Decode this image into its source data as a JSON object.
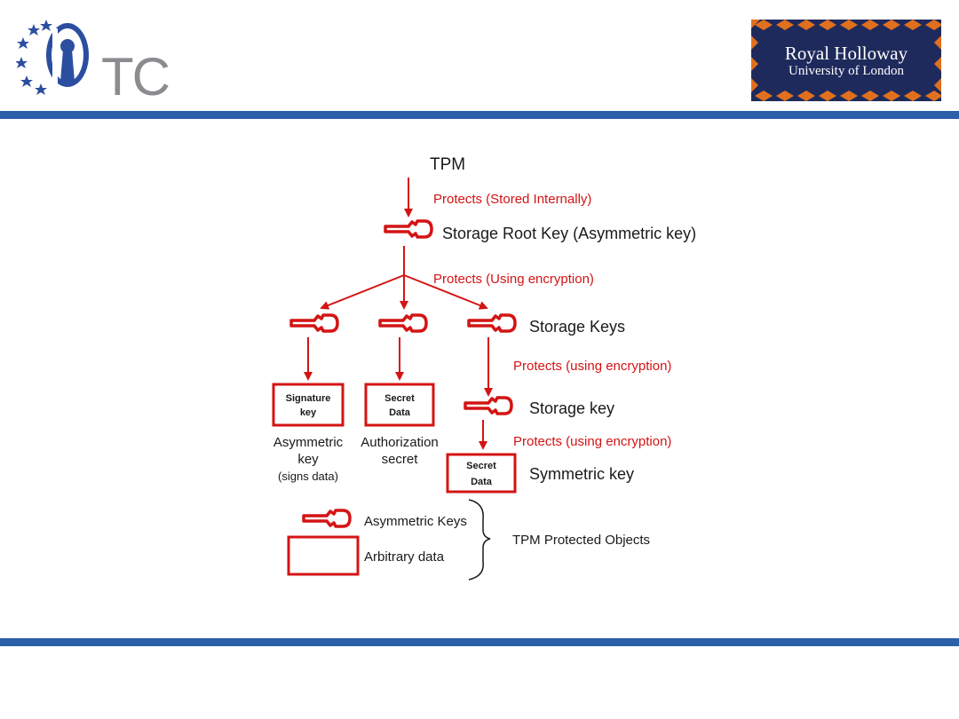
{
  "colors": {
    "band": "#2b5fa8",
    "red": "#d41414",
    "rh_navy": "#1f2a5c",
    "rh_orange": "#e0701e",
    "itc_grey": "#8a8c8f",
    "itc_blue": "#2b4ea0"
  },
  "header": {
    "itc_logo_text": "TC",
    "rh_logo": {
      "name": "Royal Holloway",
      "subtitle": "University of London"
    }
  },
  "diagram": {
    "root": "TPM",
    "arrow_labels": {
      "stored_internally": "Protects (Stored Internally)",
      "using_encryption_1": "Protects (Using encryption)",
      "using_encryption_2": "Protects (using encryption)",
      "using_encryption_3": "Protects (using encryption)"
    },
    "nodes": {
      "srk": "Storage Root Key (Asymmetric key)",
      "storage_keys": "Storage Keys",
      "storage_key": "Storage key",
      "symmetric_key": "Symmetric key"
    },
    "boxes": {
      "signature_key_line1": "Signature",
      "signature_key_line2": "key",
      "secret_data_line1": "Secret",
      "secret_data_line2": "Data",
      "secret_data2_line1": "Secret",
      "secret_data2_line2": "Data"
    },
    "captions": {
      "asym_line1": "Asymmetric",
      "asym_line2": "key",
      "asym_line3": "(signs data)",
      "auth_line1": "Authorization",
      "auth_line2": "secret"
    },
    "legend": {
      "asymmetric_keys": "Asymmetric Keys",
      "arbitrary_data": "Arbitrary data",
      "group_label": "TPM Protected Objects"
    }
  }
}
